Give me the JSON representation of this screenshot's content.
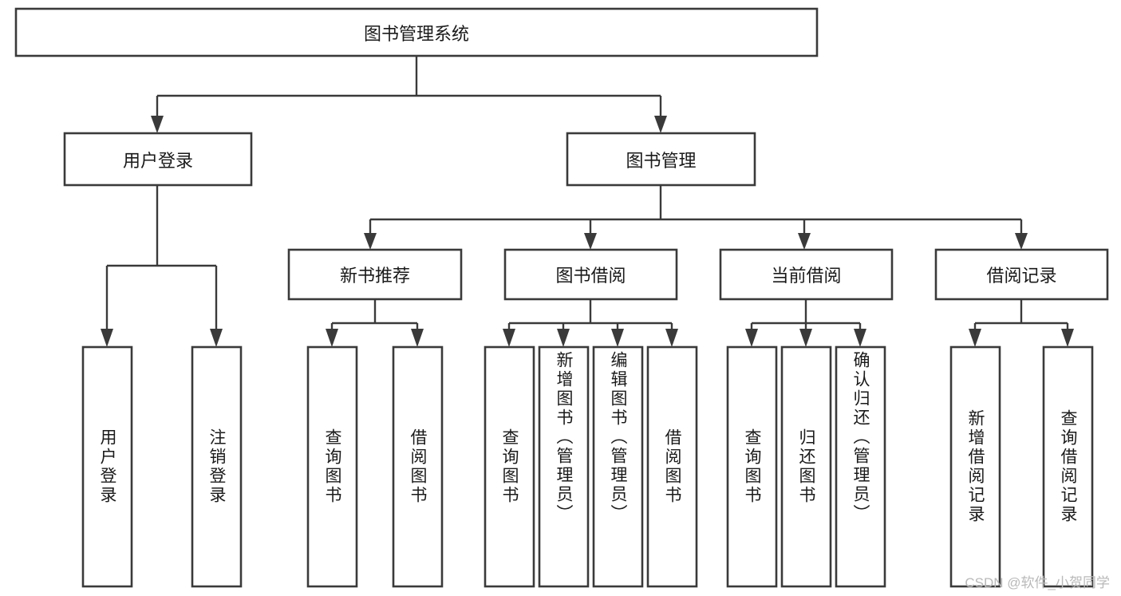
{
  "diagram": {
    "title_node": {
      "label": "图书管理系统"
    },
    "level2": [
      {
        "id": "user-login",
        "label": "用户登录"
      },
      {
        "id": "book-management",
        "label": "图书管理"
      }
    ],
    "level3": [
      {
        "id": "new-book-recommend",
        "label": "新书推荐"
      },
      {
        "id": "book-borrow",
        "label": "图书借阅"
      },
      {
        "id": "current-borrow",
        "label": "当前借阅"
      },
      {
        "id": "borrow-record",
        "label": "借阅记录"
      }
    ],
    "leaves": [
      {
        "id": "leaf-user-login",
        "label": "用户登录"
      },
      {
        "id": "leaf-logout-login",
        "label": "注销登录"
      },
      {
        "id": "leaf-query-book-1",
        "label": "查询图书"
      },
      {
        "id": "leaf-borrow-book-1",
        "label": "借阅图书"
      },
      {
        "id": "leaf-query-book-2",
        "label": "查询图书"
      },
      {
        "id": "leaf-add-book-admin",
        "label": "新增图书（管理员）"
      },
      {
        "id": "leaf-edit-book-admin",
        "label": "编辑图书（管理员）"
      },
      {
        "id": "leaf-borrow-book-2",
        "label": "借阅图书"
      },
      {
        "id": "leaf-query-book-3",
        "label": "查询图书"
      },
      {
        "id": "leaf-return-book",
        "label": "归还图书"
      },
      {
        "id": "leaf-confirm-return-admin",
        "label": "确认归还（管理员）"
      },
      {
        "id": "leaf-add-borrow-record",
        "label": "新增借阅记录"
      },
      {
        "id": "leaf-query-borrow-record",
        "label": "查询借阅记录"
      }
    ],
    "watermark": "CSDN @软件_小贺同学",
    "colors": {
      "stroke": "#3a3a3a",
      "fill": "#ffffff",
      "text": "#1a1a1a",
      "watermark": "#b9b9b9",
      "background": "#ffffff"
    }
  }
}
